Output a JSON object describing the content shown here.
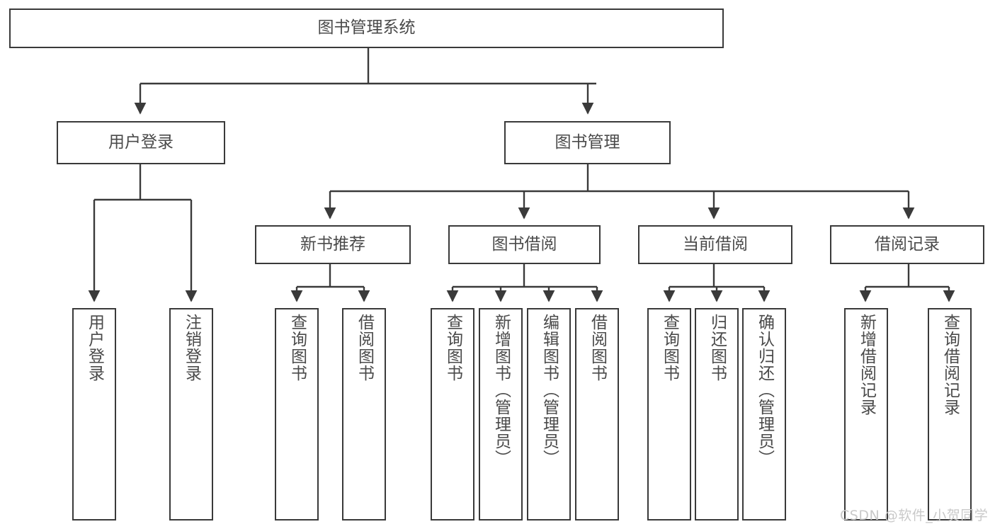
{
  "diagram": {
    "title": "图书管理系统",
    "type": "hierarchy-tree",
    "watermark": "CSDN @软件_小贺同学",
    "colors": {
      "box_border": "#3a3a3a",
      "box_fill": "#ffffff",
      "text": "#4a4a4a",
      "connector": "#3a3a3a",
      "watermark": "#c9c9c9"
    },
    "root": {
      "label": "图书管理系统"
    },
    "level1": [
      {
        "label": "用户登录"
      },
      {
        "label": "图书管理"
      }
    ],
    "level2": [
      {
        "label": "新书推荐"
      },
      {
        "label": "图书借阅"
      },
      {
        "label": "当前借阅"
      },
      {
        "label": "借阅记录"
      }
    ],
    "leaves": {
      "user_login": [
        {
          "label": "用户登录"
        },
        {
          "label": "注销登录"
        }
      ],
      "new_book_recommend": [
        {
          "label": "查询图书"
        },
        {
          "label": "借阅图书"
        }
      ],
      "book_borrow": [
        {
          "label": "查询图书"
        },
        {
          "label": "新增图书（管理员）"
        },
        {
          "label": "编辑图书（管理员）"
        },
        {
          "label": "借阅图书"
        }
      ],
      "current_borrow": [
        {
          "label": "查询图书"
        },
        {
          "label": "归还图书"
        },
        {
          "label": "确认归还（管理员）"
        }
      ],
      "borrow_record": [
        {
          "label": "新增借阅记录"
        },
        {
          "label": "查询借阅记录"
        }
      ]
    }
  }
}
